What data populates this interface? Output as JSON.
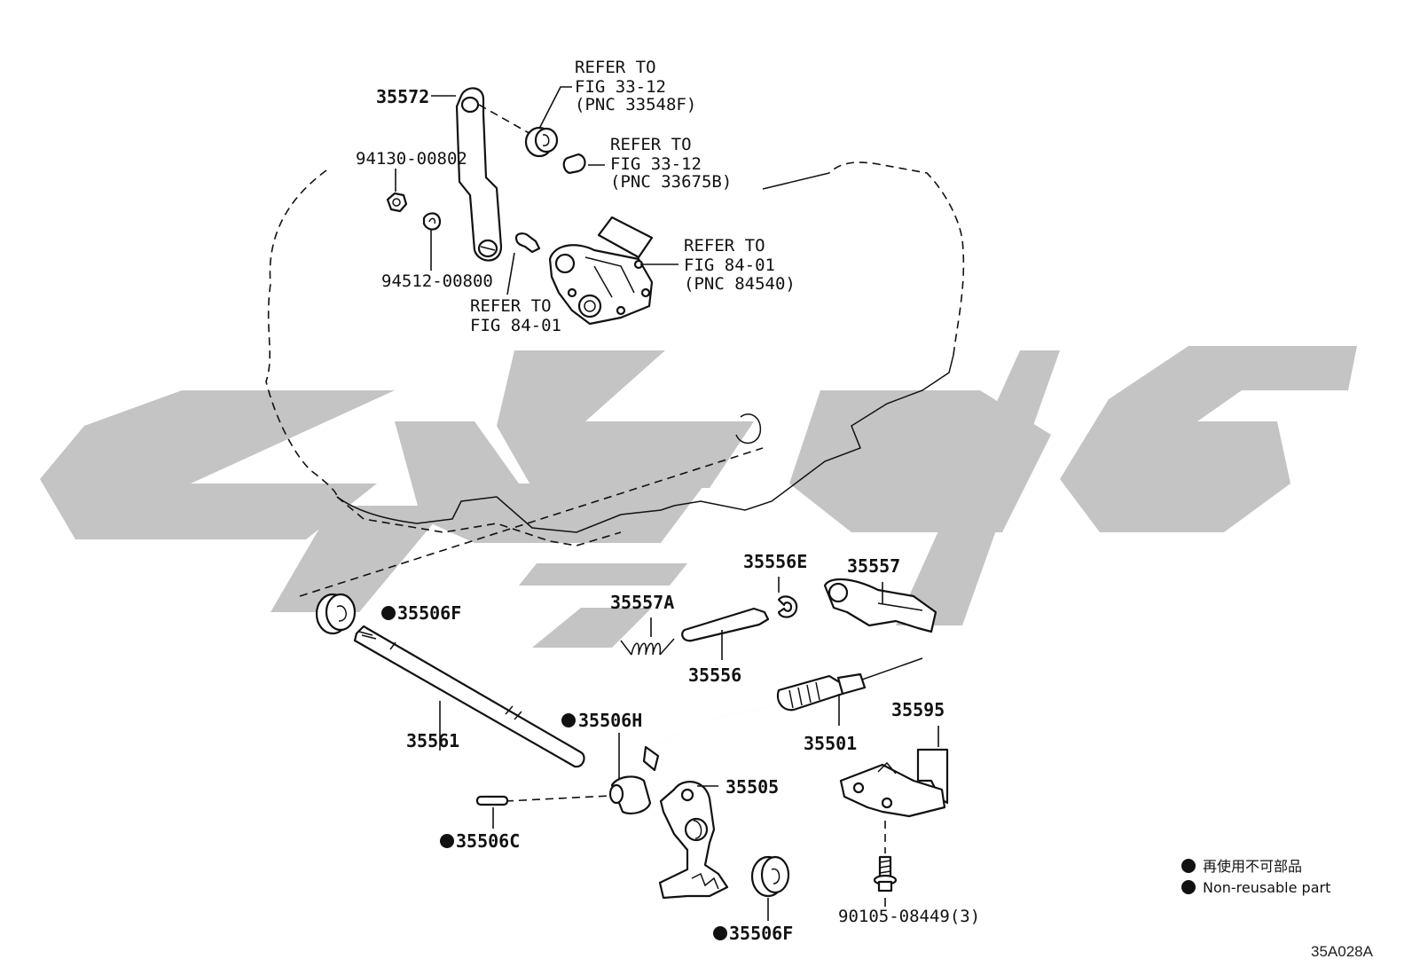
{
  "callouts": {
    "p35572": "35572",
    "p94130": "94130-00802",
    "p94512": "94512-00800",
    "refer_top_1": "REFER TO",
    "refer_top_2": "FIG 33-12",
    "refer_top_3": "(PNC 33548F)",
    "refer_mid_1": "REFER TO",
    "refer_mid_2": "FIG 33-12",
    "refer_mid_3": "(PNC 33675B)",
    "refer_sw_1": "REFER TO",
    "refer_sw_2": "FIG 84-01",
    "refer_sw_3": "(PNC 84540)",
    "refer_bolt_1": "REFER TO",
    "refer_bolt_2": "FIG 84-01",
    "p35506F_top": "35506F",
    "p35561": "35561",
    "p35506H": "35506H",
    "p35506C": "35506C",
    "p35557A": "35557A",
    "p35556": "35556",
    "p35556E": "35556E",
    "p35557": "35557",
    "p35505": "35505",
    "p35501": "35501",
    "p35595": "35595",
    "p90105": "90105-08449(3)",
    "p35506F_bottom": "35506F"
  },
  "legend": {
    "item_jp": "再使用不可部品",
    "item_en": "Non-reusable part"
  },
  "diagram_code": "35A028A",
  "colors": {
    "line": "#111111",
    "watermark": "#c4c4c4",
    "background": "#ffffff"
  },
  "icons": {
    "non_reusable_marker": "filled-circle-icon"
  }
}
